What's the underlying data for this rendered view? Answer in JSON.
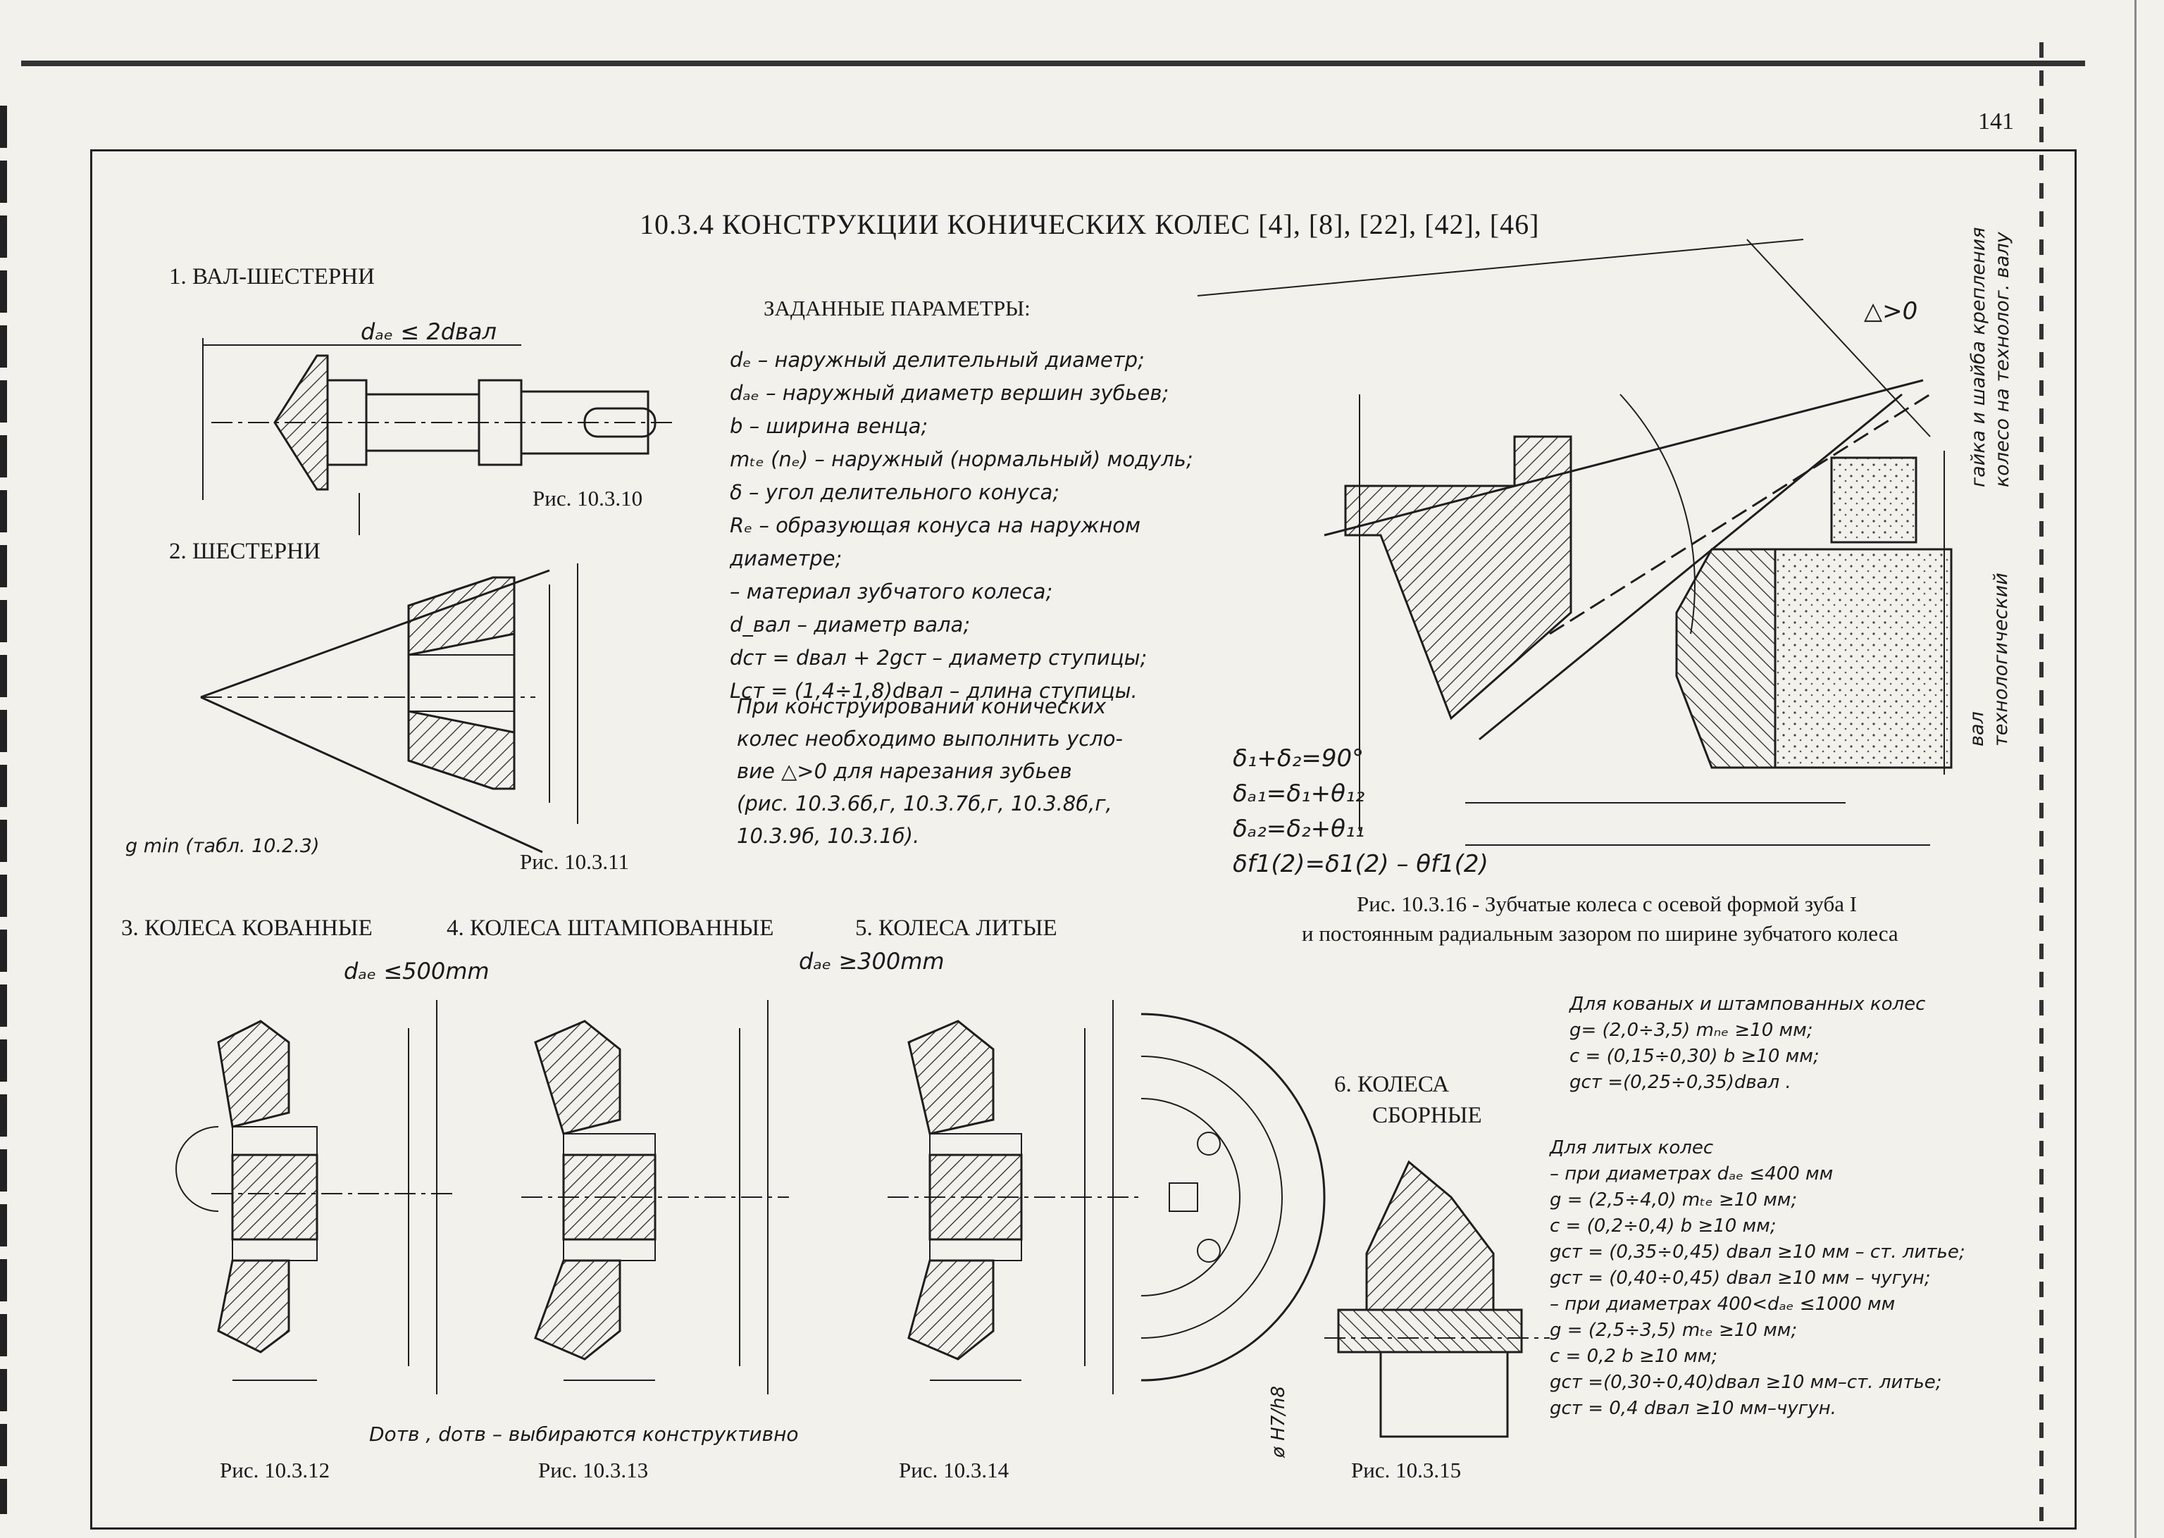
{
  "page_number": "141",
  "header": {
    "title": "10.3.4 КОНСТРУКЦИИ КОНИЧЕСКИХ КОЛЕС [4], [8], [22], [42], [46]"
  },
  "sections": {
    "s1": "1. ВАЛ-ШЕСТЕРНИ",
    "s2": "2. ШЕСТЕРНИ",
    "s3": "3. КОЛЕСА КОВАННЫЕ",
    "s4": "4. КОЛЕСА ШТАМПОВАННЫЕ",
    "s5": "5. КОЛЕСА ЛИТЫЕ",
    "s6a": "6. КОЛЕСА",
    "s6b": "СБОРНЫЕ"
  },
  "params": {
    "heading": "ЗАДАННЫЕ ПАРАМЕТРЫ:",
    "lines": [
      "dₑ  –  наружный делительный диаметр;",
      "dₐₑ  –  наружный диаметр вершин зубьев;",
      "b  –  ширина венца;",
      "mₜₑ (nₑ) –  наружный (нормальный) модуль;",
      "δ  –  угол делительного конуса;",
      "Rₑ  –  образующая конуса на наружном",
      "        диаметре;",
      "    –  материал зубчатого колеса;",
      "d_вал –  диаметр вала;",
      "dст = dвал + 2gст   –  диаметр ступицы;",
      "Lст = (1,4÷1,8)dвал –  длина ступицы."
    ],
    "note": [
      "При конструировании конических",
      "колес необходимо выполнить усло-",
      "вие △>0  для нарезания зубьев",
      "(рис.  10.3.6б,г,  10.3.7б,г,  10.3.8б,г,",
      "10.3.9б,  10.3.1б)."
    ]
  },
  "formulas": [
    "δ₁+δ₂=90°",
    "δₐ₁=δ₁+θ₁₂",
    "δₐ₂=δ₂+θ₁₁",
    "δf1(2)=δ1(2) – θf1(2)"
  ],
  "captions": {
    "f10": "Рис. 10.3.10",
    "f11": "Рис. 10.3.11",
    "f12": "Рис. 10.3.12",
    "f13": "Рис. 10.3.13",
    "f14": "Рис. 10.3.14",
    "f15": "Рис. 10.3.15",
    "f16a": "Рис. 10.3.16 - Зубчатые колеса с осевой формой зуба I",
    "f16b": "и постоянным радиальным зазором по ширине зубчатого колеса"
  },
  "dims": {
    "dae_le_2dval": "dₐₑ ≤ 2dвал",
    "dae_le_500": "dₐₑ ≤500mm",
    "dae_ge_300": "dₐₑ ≥300mm",
    "gmin_note": "g min (табл.  10.2.3)",
    "dotv_note": "Dотв , dотв  –  выбираются  конструктивно",
    "side_note": "гайка  и  шайба  крепления колесо  на  технолог.  валу",
    "side_note2": "вал технологический",
    "h7h8": "ø H7/h8",
    "delta_gt0": "△>0"
  },
  "right_notes": {
    "forged": [
      "Для кованых и штампованных колес",
      "g= (2,0÷3,5) mₙₑ ≥10  мм;",
      "c = (0,15÷0,30) b ≥10  мм;",
      "gст =(0,25÷0,35)dвал ."
    ],
    "cast": [
      "Для литых колес",
      "– при диаметрах  dₐₑ ≤400  мм",
      "g = (2,5÷4,0) mₜₑ   ≥10    мм;",
      "c = (0,2÷0,4) b      ≥10    мм;",
      "gст = (0,35÷0,45) dвал ≥10  мм – ст. литье;",
      "gст = (0,40÷0,45) dвал ≥10  мм – чугун;",
      "– при диаметрах  400<dₐₑ ≤1000  мм",
      "g = (2,5÷3,5) mₜₑ        ≥10  мм;",
      "c = 0,2 b                     ≥10  мм;",
      "gст =(0,30÷0,40)dвал ≥10  мм–ст. литье;",
      "gст = 0,4 dвал             ≥10  мм–чугун."
    ]
  }
}
